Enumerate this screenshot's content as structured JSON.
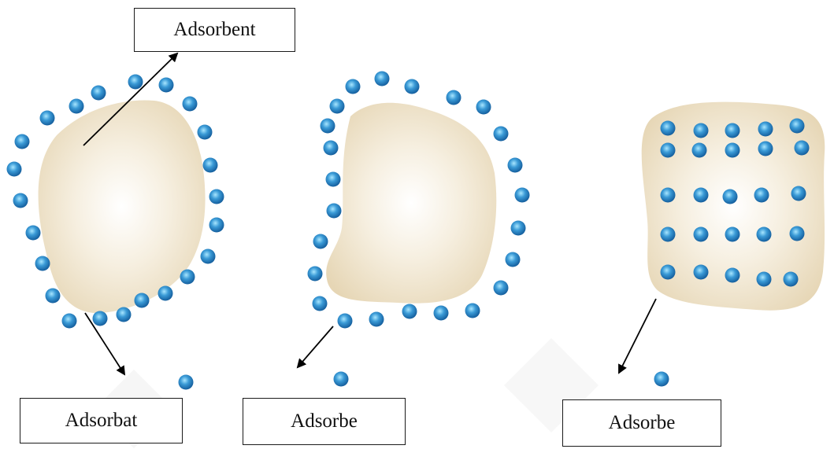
{
  "labels": {
    "adsorbent": "Adsorbent",
    "panel1": "Adsorbat",
    "panel2": "Adsorbe",
    "panel3": "Adsorbe"
  },
  "colors": {
    "particle_outer": "#1f74b8",
    "particle_inner": "#7fd0f2",
    "adsorbent_center": "#ffffff",
    "adsorbent_edge": "#e9dabb",
    "arrow": "#000000",
    "watermark": "#f1f1f1"
  },
  "icons": [
    "adsorbent-body",
    "adsorbate-particle",
    "arrow"
  ]
}
